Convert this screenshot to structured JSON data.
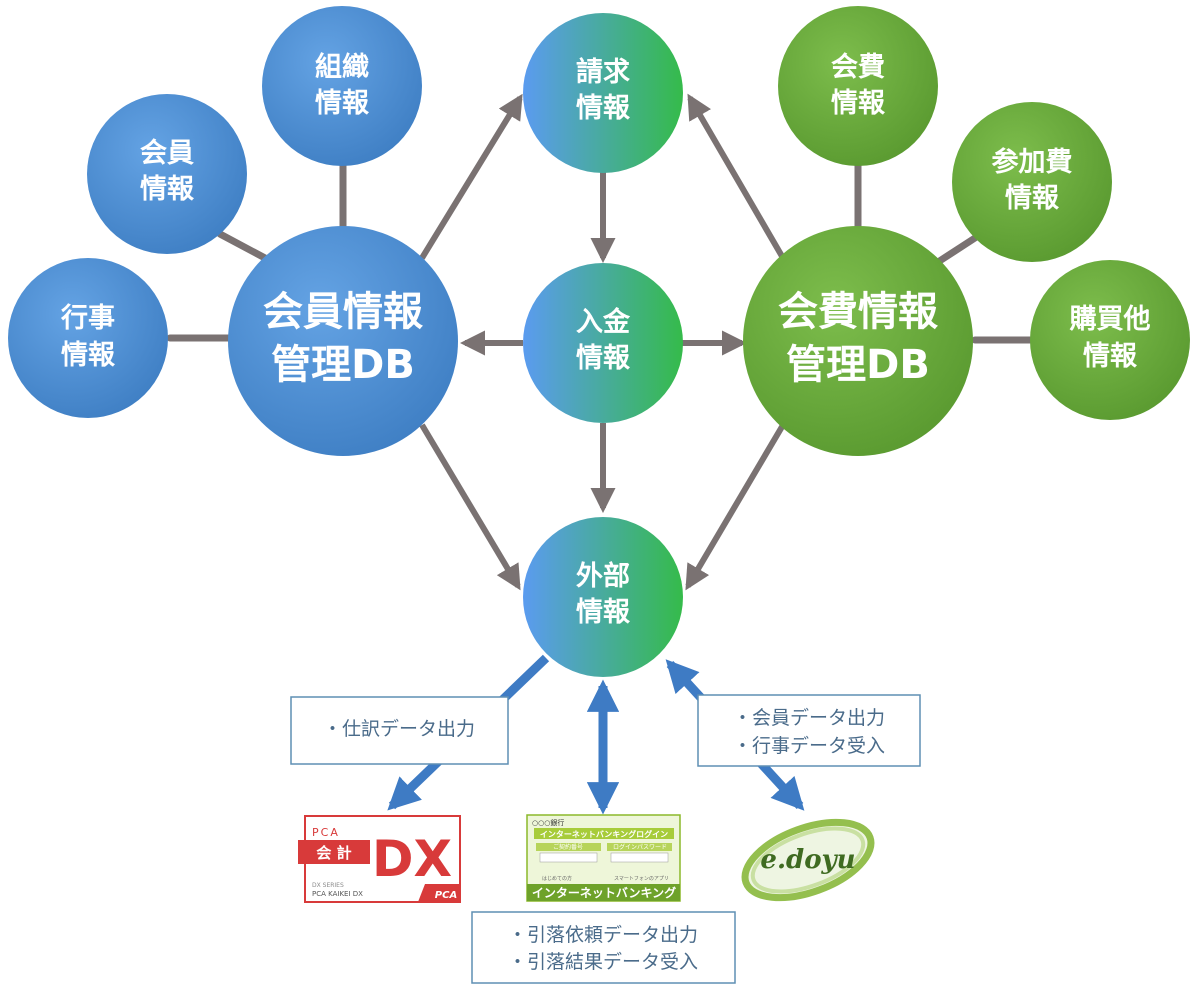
{
  "nodes": {
    "soshiki": [
      "組織",
      "情報"
    ],
    "kaiin": [
      "会員",
      "情報"
    ],
    "gyouji": [
      "行事",
      "情報"
    ],
    "kaiin_db": [
      "会員情報",
      "管理DB"
    ],
    "seikyu": [
      "請求",
      "情報"
    ],
    "nyukin": [
      "入金",
      "情報"
    ],
    "gaibu": [
      "外部",
      "情報"
    ],
    "kaihi": [
      "会費",
      "情報"
    ],
    "sankahi": [
      "参加費",
      "情報"
    ],
    "konyu": [
      "購買他",
      "情報"
    ],
    "kaihi_db": [
      "会費情報",
      "管理DB"
    ]
  },
  "notes": {
    "shiwake": [
      "・仕訳データ出力"
    ],
    "edoyu": [
      "・会員データ出力",
      "・行事データ受入"
    ],
    "bank": [
      "・引落依頼データ出力",
      "・引落結果データ受入"
    ]
  },
  "logos": {
    "pca": {
      "top": "PCA",
      "kaikei": "会 計",
      "dx": "DX",
      "small1": "DX SERIES",
      "small2": "PCA KAIKEI DX",
      "corner": "PCA"
    },
    "bank": {
      "bank_name": "○○○銀行",
      "login_title": "インターネットバンキングログイン",
      "field1": "ご契約番号",
      "field2": "ログインパスワード",
      "link1": "はじめての方",
      "link2": "スマートフォンのアプリ",
      "footer": "インターネットバンキング"
    },
    "edoyu": {
      "text": "e.doyu"
    }
  },
  "colors": {
    "blue_node": "#4f8fd3",
    "green_node": "#6bab3e",
    "connector": "#7a7272",
    "ext_arrow": "#3e7bc4"
  }
}
